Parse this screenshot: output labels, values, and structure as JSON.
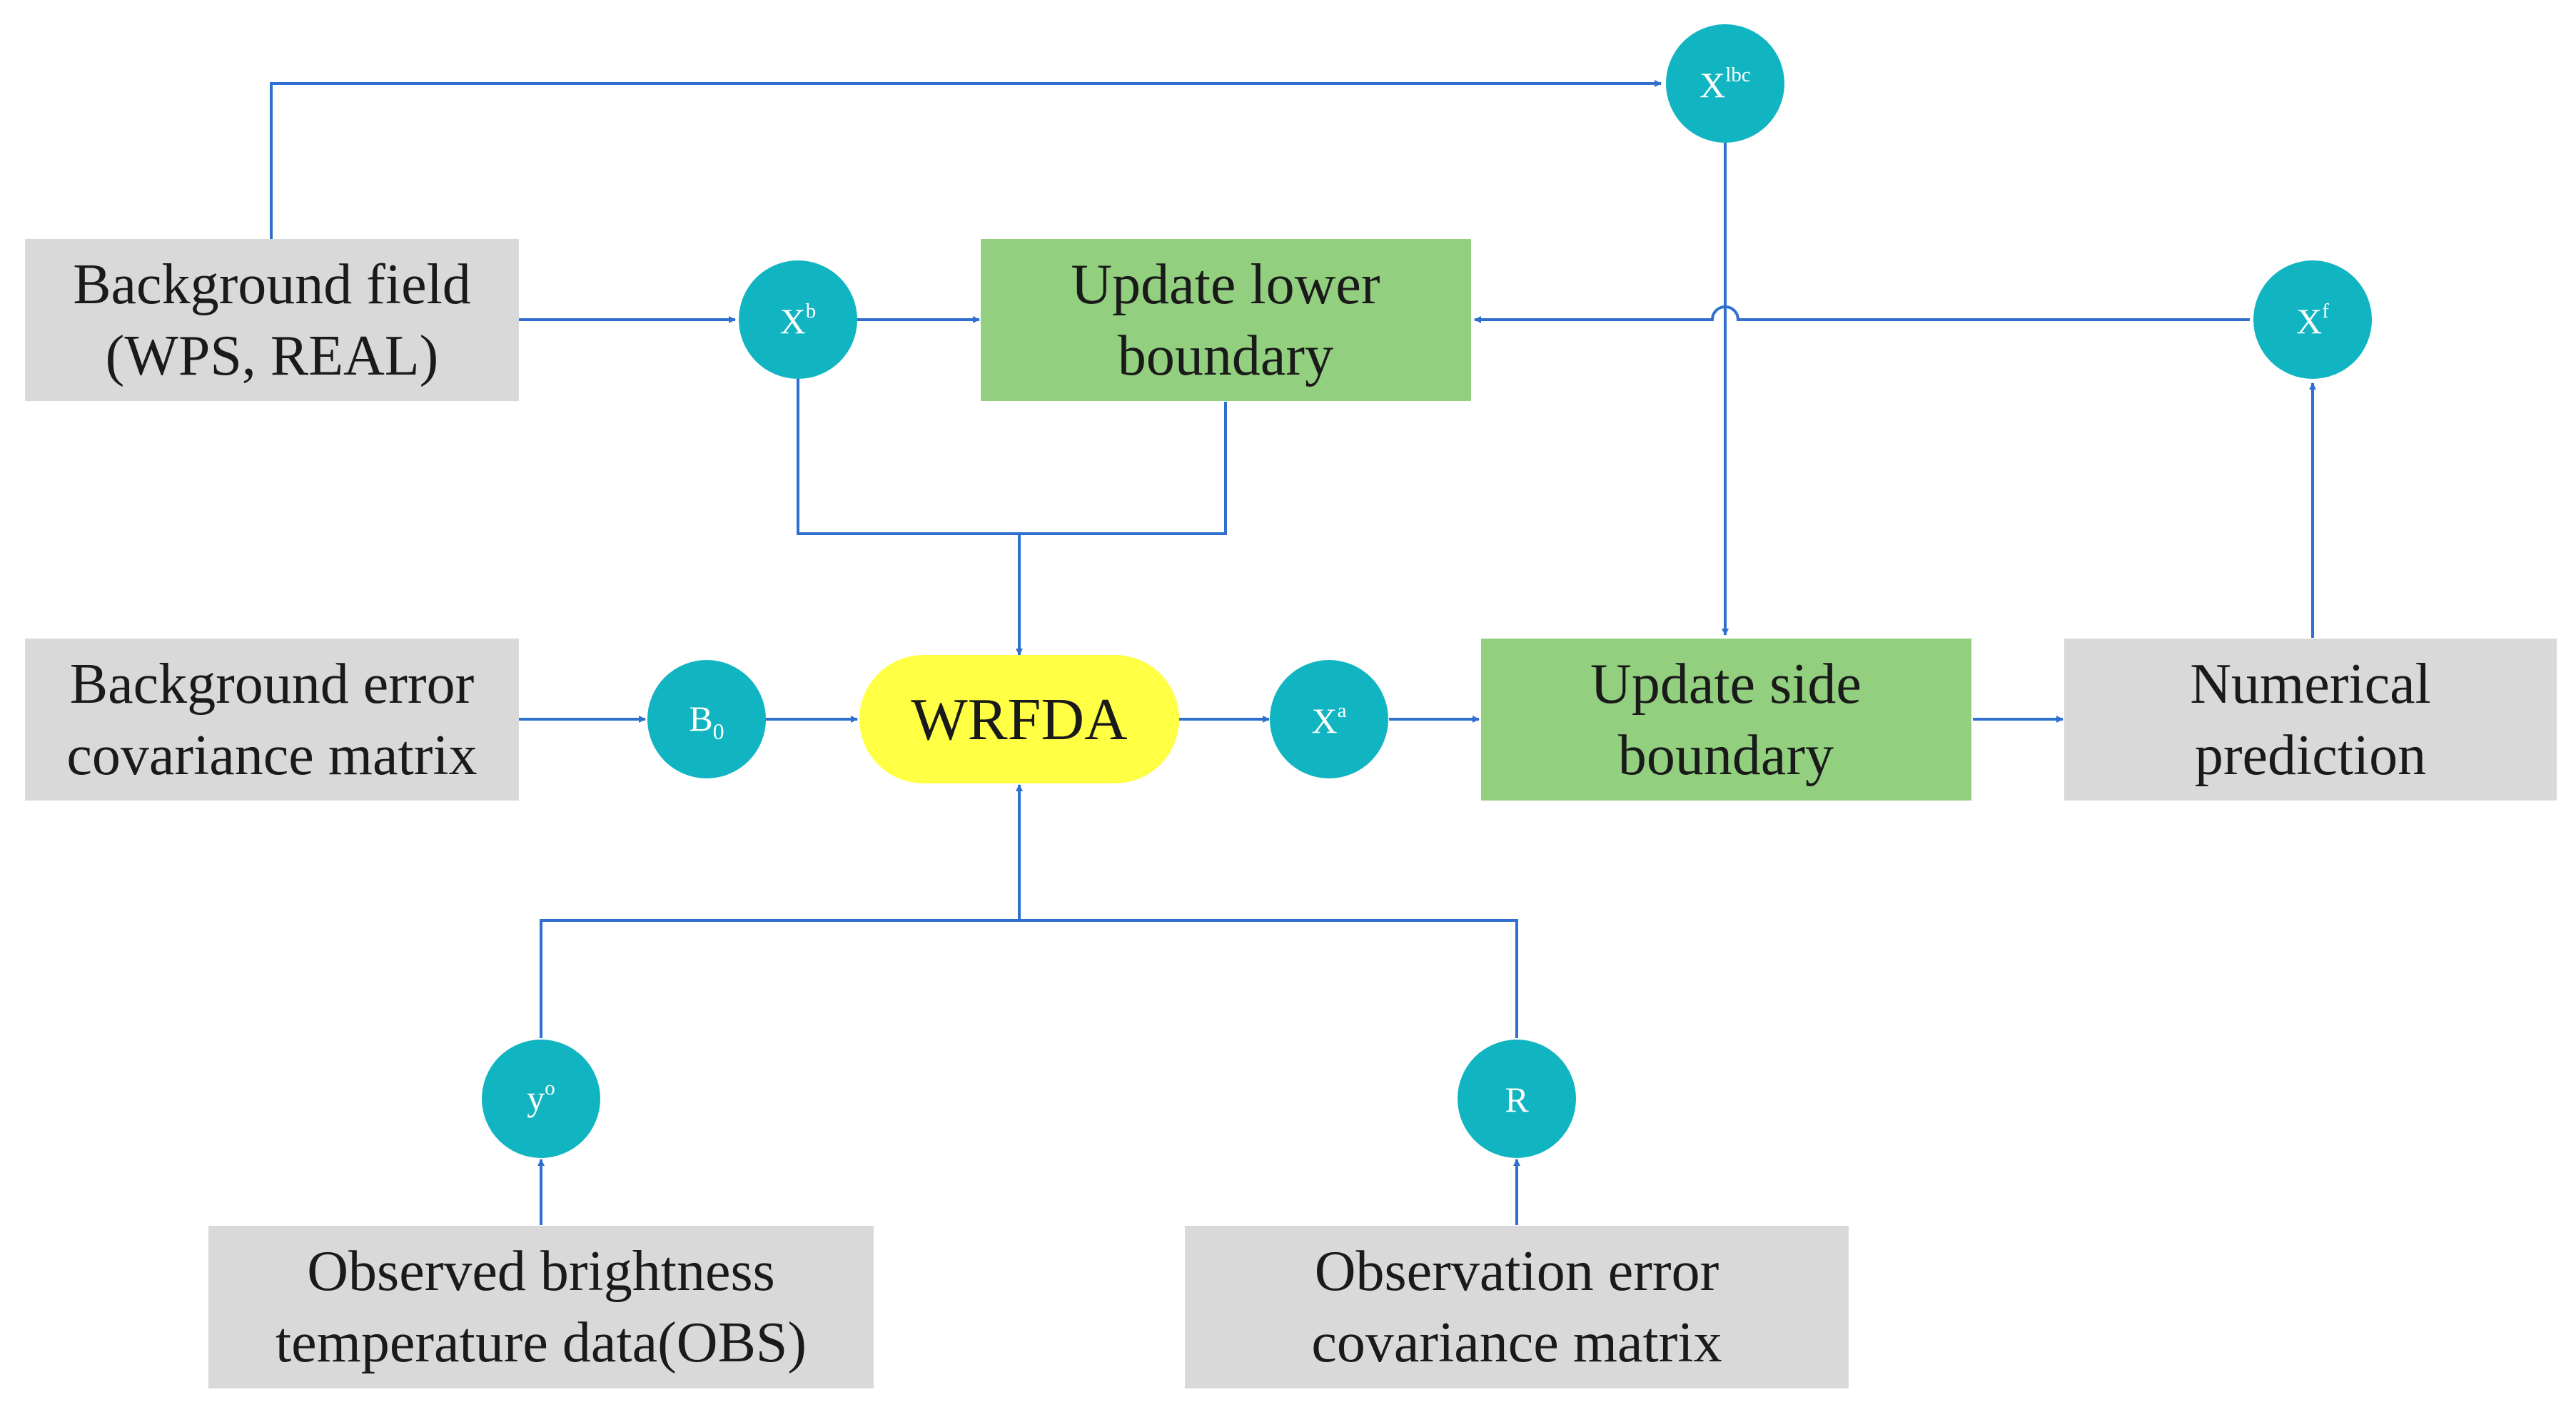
{
  "colors": {
    "gray_box": "#d9d9d9",
    "green_box": "#92d07f",
    "wrfda_pill": "#ffff44",
    "node_circle": "#11b5c2",
    "connector": "#2f6fcf"
  },
  "boxes": {
    "background_field": {
      "lines": [
        "Background field",
        "(WPS, REAL)"
      ]
    },
    "background_error": {
      "lines": [
        "Background error",
        "covariance matrix"
      ]
    },
    "update_lower": {
      "lines": [
        "Update lower",
        "boundary"
      ]
    },
    "update_side": {
      "lines": [
        "Update side",
        "boundary"
      ]
    },
    "numerical_prediction": {
      "lines": [
        "Numerical",
        "prediction"
      ]
    },
    "observed_brightness": {
      "lines": [
        "Observed brightness",
        "temperature data(OBS)"
      ]
    },
    "observation_error": {
      "lines": [
        "Observation error",
        "covariance matrix"
      ]
    }
  },
  "wrfda": {
    "label": "WRFDA"
  },
  "nodes": {
    "xlbc": {
      "base": "X",
      "sup": "lbc"
    },
    "xb": {
      "base": "X",
      "sup": "b"
    },
    "xf": {
      "base": "X",
      "sup": "f"
    },
    "b0": {
      "base": "B",
      "sub": "0"
    },
    "xa": {
      "base": "X",
      "sup": "a"
    },
    "yo": {
      "base": "y",
      "sup": "o"
    },
    "r": {
      "base": "R"
    }
  }
}
